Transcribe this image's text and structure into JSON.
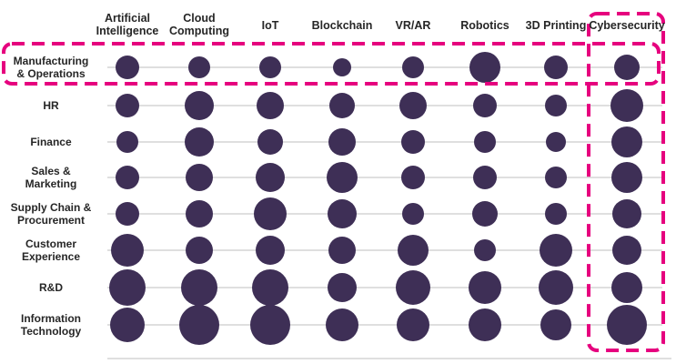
{
  "chart_data": {
    "type": "bubble-matrix",
    "columns": [
      "Artificial\nIntelligence",
      "Cloud\nComputing",
      "IoT",
      "Blockchain",
      "VR/AR",
      "Robotics",
      "3D Printing",
      "Cybersecurity"
    ],
    "rows": [
      "Manufacturing\n& Operations",
      "HR",
      "Finance",
      "Sales &\nMarketing",
      "Supply Chain &\nProcurement",
      "Customer\nExperience",
      "R&D",
      "Information\nTechnology"
    ],
    "values": [
      [
        13,
        12,
        12,
        10,
        12,
        17,
        13,
        14
      ],
      [
        13,
        16,
        15,
        14,
        15,
        13,
        12,
        18
      ],
      [
        12,
        16,
        14,
        15,
        13,
        12,
        11,
        17
      ],
      [
        13,
        15,
        16,
        17,
        13,
        13,
        12,
        17
      ],
      [
        13,
        15,
        18,
        16,
        12,
        14,
        12,
        16
      ],
      [
        18,
        15,
        16,
        15,
        17,
        12,
        18,
        16
      ],
      [
        20,
        20,
        20,
        16,
        19,
        18,
        19,
        17
      ],
      [
        19,
        22,
        22,
        18,
        18,
        18,
        17,
        22
      ]
    ],
    "highlighted_row": "Manufacturing\n& Operations",
    "highlighted_column": "Cybersecurity",
    "colors": {
      "bubble": "#3e2f56",
      "gridline": "#bfbfbf",
      "highlight": "#e6007e"
    }
  }
}
